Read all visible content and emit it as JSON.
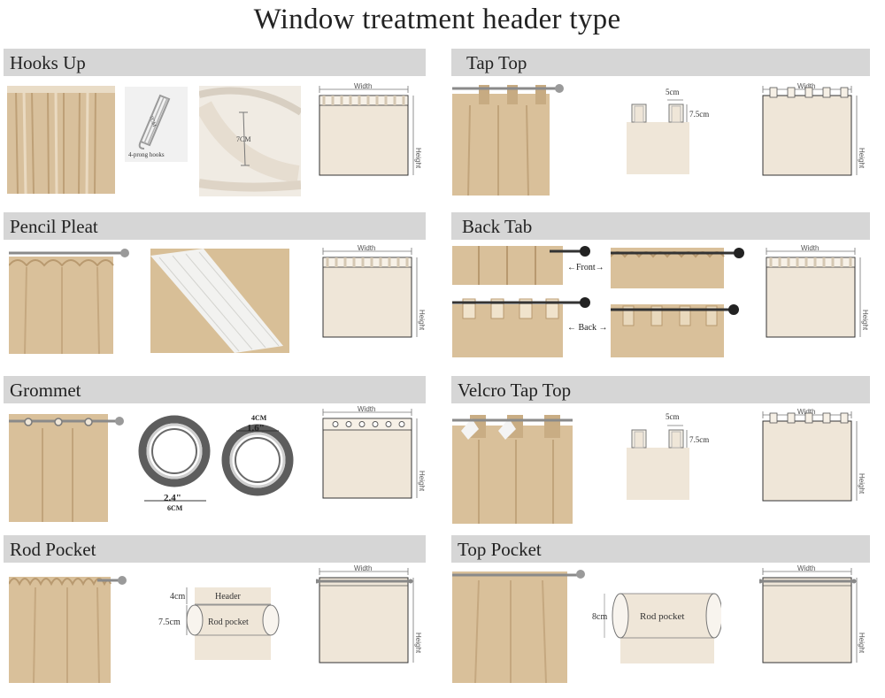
{
  "title": "Window treatment header type",
  "colors": {
    "fabric": "#efe6d8",
    "curtain": "#d9c19b",
    "curtain_dark": "#b89a70",
    "bar": "#d6d6d6",
    "rod": "#8c8c8c",
    "tab": "#f6f0e6"
  },
  "dim_labels": {
    "width": "Width",
    "height": "Height"
  },
  "hooks_up": {
    "label": "Hooks Up",
    "hook_photo_label": "7CM",
    "hook_photo_caption": "4-prong hooks",
    "hook_measure": "7CM"
  },
  "tap_top": {
    "label": "Tap Top",
    "tab_width": "5cm",
    "tab_height": "7.5cm"
  },
  "pencil_pleat": {
    "label": "Pencil Pleat"
  },
  "back_tab": {
    "label": "Back Tab",
    "front": "←Front→",
    "back": "← Back →"
  },
  "grommet": {
    "label": "Grommet",
    "inner_cm": "4CM",
    "inner_in": "1.6\"",
    "outer_in": "2.4\"",
    "outer_cm": "6CM"
  },
  "velcro_tap_top": {
    "label": "Velcro Tap Top",
    "tab_width": "5cm",
    "tab_height": "7.5cm"
  },
  "rod_pocket": {
    "label": "Rod Pocket",
    "header_cm": "4cm",
    "pocket_cm": "7.5cm",
    "header_label": "Header",
    "pocket_label": "Rod pocket"
  },
  "top_pocket": {
    "label": "Top Pocket",
    "pocket_cm": "8cm",
    "pocket_label": "Rod pocket"
  }
}
